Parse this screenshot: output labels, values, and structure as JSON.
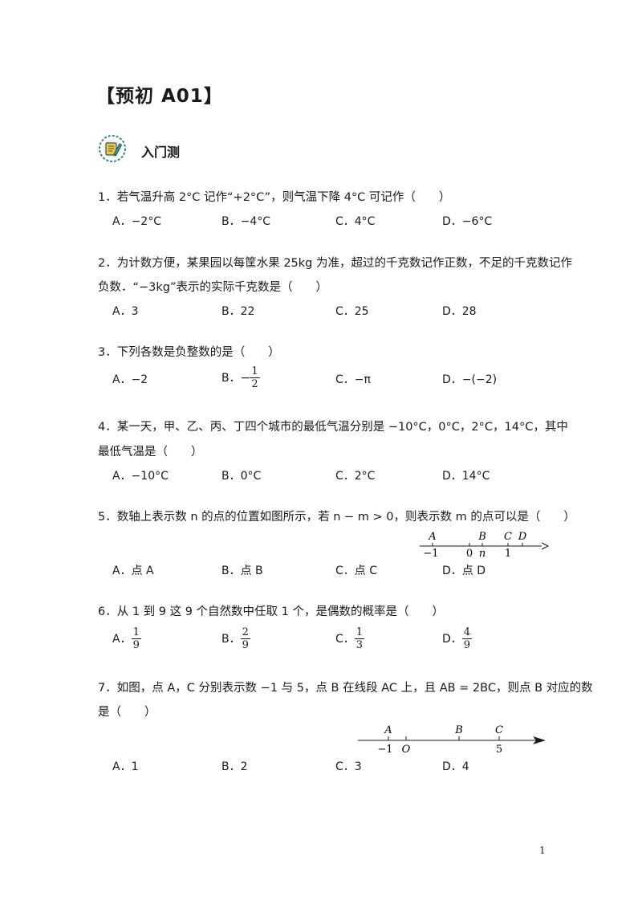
{
  "title": "【预初 A01】",
  "section": {
    "title": "入门测",
    "icon": "pencil-notebook-icon"
  },
  "page_number": "1",
  "questions": [
    {
      "stem": "1．若气温升高 2°C 记作“+2°C”，则气温下降 4°C 可记作（　　）",
      "options": [
        "A．−2°C",
        "B．−4°C",
        "C．4°C",
        "D．−6°C"
      ]
    },
    {
      "stem": "2．为计数方便，某果园以每筐水果 25kg 为准，超过的千克数记作正数，不足的千克数记作",
      "stem2": "负数．“−3kg”表示的实际千克数是（　　）",
      "options": [
        "A．3",
        "B．22",
        "C．25",
        "D．28"
      ]
    },
    {
      "stem": "3．下列各数是负整数的是（　　）",
      "options": [
        "A．−2",
        "B．−",
        "C．−π",
        "D．−(−2)"
      ],
      "frac_b": {
        "num": "1",
        "den": "2"
      }
    },
    {
      "stem": "4．某一天，甲、乙、丙、丁四个城市的最低气温分别是 −10°C，0°C，2°C，14°C，其中",
      "stem2": "最低气温是（　　）",
      "options": [
        "A．−10°C",
        "B．0°C",
        "C．2°C",
        "D．14°C"
      ]
    },
    {
      "stem": "5．数轴上表示数 n 的点的位置如图所示，若 n − m > 0，则表示数 m 的点可以是（　　）",
      "options": [
        "A．点 A",
        "B．点 B",
        "C．点 C",
        "D．点 D"
      ],
      "numline": {
        "points": [
          "A",
          "B",
          "C",
          "D"
        ],
        "ticks": [
          "−1",
          "0",
          "n",
          "1"
        ]
      }
    },
    {
      "stem": "6．从 1 到 9 这 9 个自然数中任取 1 个，是偶数的概率是（　　）",
      "options": [
        "A．",
        "B．",
        "C．",
        "D．"
      ],
      "fracs": [
        {
          "num": "1",
          "den": "9"
        },
        {
          "num": "2",
          "den": "9"
        },
        {
          "num": "1",
          "den": "3"
        },
        {
          "num": "4",
          "den": "9"
        }
      ]
    },
    {
      "stem": "7．如图，点 A，C 分别表示数 −1 与 5，点 B 在线段 AC 上，且 AB = 2BC，则点 B 对应的数",
      "stem2": "是（　　）",
      "options": [
        "A．1",
        "B．2",
        "C．3",
        "D．4"
      ],
      "numline": {
        "points": [
          "A",
          "B",
          "C"
        ],
        "ticks": [
          "−1",
          "O",
          "5"
        ]
      }
    }
  ]
}
